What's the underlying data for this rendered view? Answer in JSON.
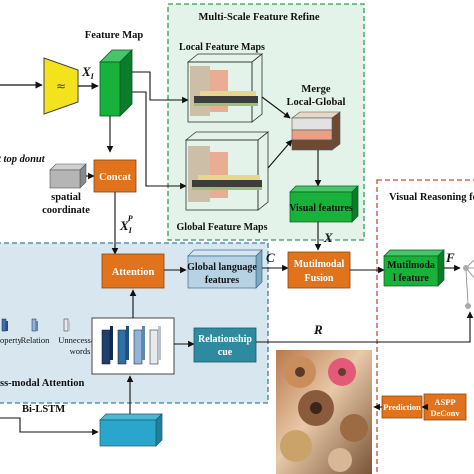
{
  "labels": {
    "feature_map": "Feature Map",
    "x_i": "X",
    "x_i_sub": "I",
    "msfr_title": "Multi-Scale Feature Refine",
    "local_feature_maps": "Local Feature Maps",
    "global_feature_maps": "Global Feature Maps",
    "merge_line1": "Merge",
    "merge_line2": "Local-Global",
    "visual_features": "Visual features",
    "concat": "Concat",
    "query_text": "t top donut",
    "spatial_line1": "spatial",
    "spatial_line2": "coordinate",
    "x_ip": "X",
    "x_ip_sub": "I",
    "x_ip_sup": "P",
    "x_big": "X",
    "visual_reasoning": "Visual Reasoning fo",
    "attention": "Attention",
    "global_lang_line1": "Global language",
    "global_lang_line2": "features",
    "c": "C",
    "multimodal_line1": "Mutilmodal",
    "multimodal_line2": "Fusion",
    "mm_feature_line1": "Mutilmoda",
    "mm_feature_line2": "l feature",
    "f": "F",
    "r": "R",
    "relationship_line1": "Relationship",
    "relationship_line2": "cue",
    "word_property": "operty",
    "word_relation": "Relation",
    "word_unnecessary_line1": "Unnecessary",
    "word_unnecessary_line2": "words",
    "cross_modal_attention": "ss-modal Attention",
    "prediction": "Prediction",
    "aspp_line1": "ASPP",
    "aspp_line2": "DeConv",
    "bilstm": "Bi-LSTM"
  },
  "colors": {
    "orange_box": "#e0731c",
    "teal_box": "#2e8a9f",
    "green_box": "#18b23a",
    "dark_green": "#0a7d2b",
    "msfr_bg": "#e3f3ea",
    "cross_modal_bg": "#d8e7ef",
    "reasoning_border": "#d04a2a",
    "yellow_encoder": "#f2e31c"
  }
}
